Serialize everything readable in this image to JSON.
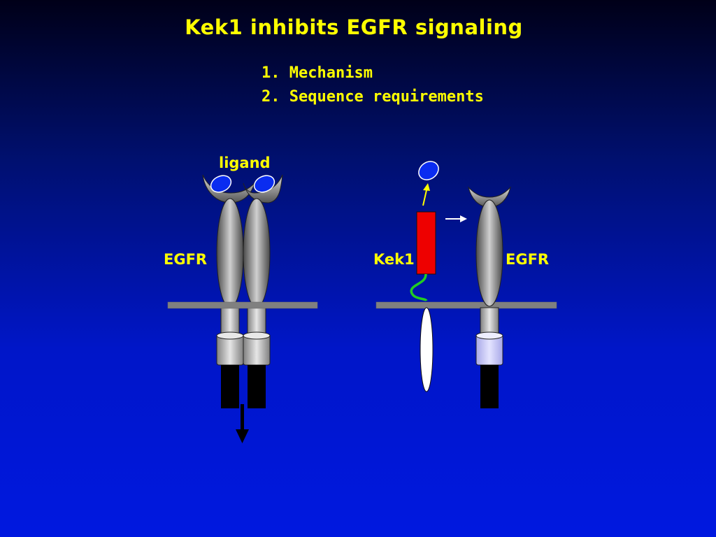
{
  "slide": {
    "title": "Kek1 inhibits EGFR signaling",
    "list": [
      {
        "num": "1.",
        "text": "Mechanism"
      },
      {
        "num": "2.",
        "text": "Sequence requirements"
      }
    ]
  },
  "diagram": {
    "labels": {
      "ligand": "ligand",
      "egfr_left": "EGFR",
      "kek1": "Kek1",
      "egfr_right": "EGFR"
    },
    "colors": {
      "title_text": "#ffff00",
      "ligand": "#0a2cf0",
      "kek1_box": "#ee0000",
      "kek1_linker": "#22cc22",
      "membrane": "#808080",
      "kinase_domain": "#000000",
      "inhibited_juxtamembrane": "#c8c8ff"
    }
  }
}
